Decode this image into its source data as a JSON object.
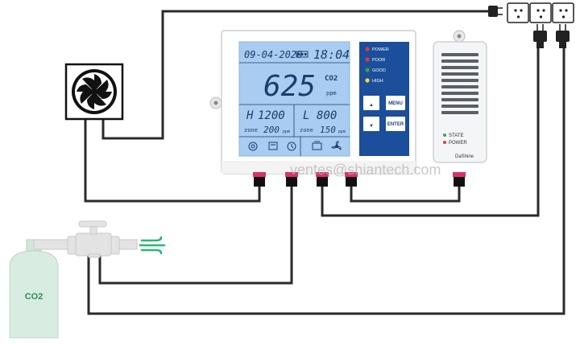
{
  "controller": {
    "date": "09-04-2020",
    "time": "18:04",
    "co2_value": "625",
    "co2_label": "CO2",
    "co2_unit": "ppm",
    "high_label": "H",
    "high_value": "1200",
    "low_label": "L",
    "low_value": "800",
    "zone_label": "zone",
    "zone_high_value": "200",
    "zone_low_value": "150",
    "zone_unit": "ppm",
    "leds": [
      {
        "label": "POWER",
        "color": "#e53935"
      },
      {
        "label": "POOR",
        "color": "#e53935"
      },
      {
        "label": "GOOD",
        "color": "#43a047"
      },
      {
        "label": "HIGH",
        "color": "#fdd835"
      }
    ],
    "buttons": {
      "up": "▲",
      "down": "▼",
      "menu": "MENU",
      "enter": "ENTER"
    }
  },
  "sensor": {
    "brand": "DaShine",
    "state_label": "STATE",
    "power_label": "POWER"
  },
  "cylinder": {
    "label": "CO2"
  },
  "watermark": "ventes@shiantech.com",
  "colors": {
    "lcd_bg": "#a9cdf0",
    "panel_blue": "#1b4e9b",
    "wire": "#2a2a2a",
    "gas_green": "#2bb673",
    "cylinder": "#d8ece2"
  }
}
